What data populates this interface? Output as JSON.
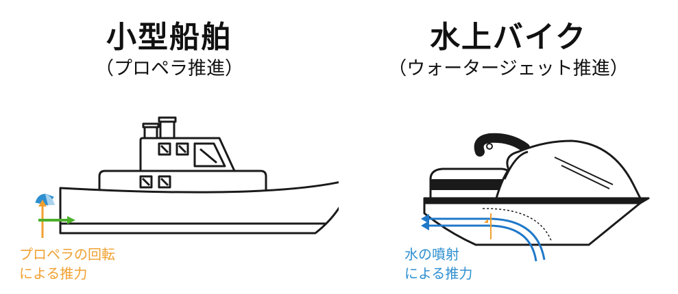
{
  "left": {
    "title": "小型船舶",
    "subtitle": "（プロペラ推進）",
    "caption_line1": "プロペラの回転",
    "caption_line2": "による推力",
    "caption_color": "#f0a030"
  },
  "right": {
    "title": "水上バイク",
    "subtitle": "（ウォータージェット推進）",
    "caption_line1": "水の噴射",
    "caption_line2": "による推力",
    "caption_color": "#2e8fd0"
  },
  "colors": {
    "ink": "#1a1a1a",
    "propeller_blue": "#2e8fd0",
    "thrust_green": "#4caf2a",
    "thrust_orange": "#f0a030",
    "water_blue": "#1f78c8"
  }
}
